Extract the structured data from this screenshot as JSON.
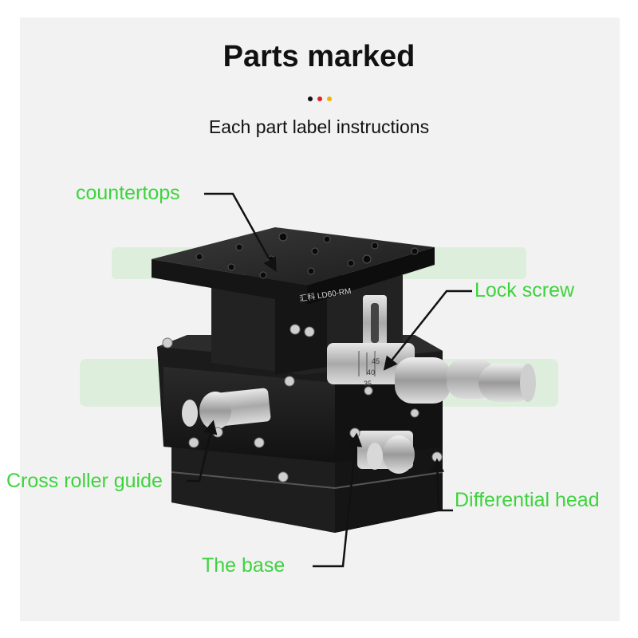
{
  "header": {
    "title": "Parts marked",
    "subtitle": "Each part label instructions",
    "dot_colors": [
      "#111111",
      "#e02020",
      "#f0b400"
    ]
  },
  "product": {
    "model": "汇科 LD60-RM",
    "scale_marks": [
      "45",
      "40",
      "35"
    ]
  },
  "labels": {
    "countertops": "countertops",
    "lock_screw": "Lock screw",
    "cross_roller_guide": "Cross roller guide",
    "differential_head": "Differential head",
    "the_base": "The base"
  },
  "colors": {
    "label_green": "#3ed33e",
    "stage_black": "#1a1a1a",
    "metal": "#c8c8c8"
  }
}
